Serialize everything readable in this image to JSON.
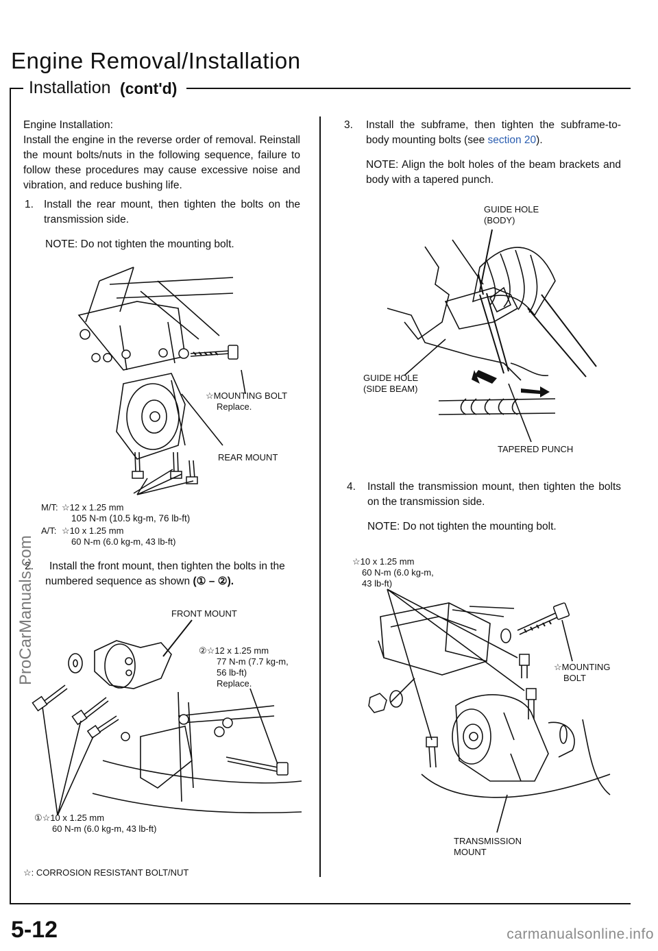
{
  "header": {
    "title": "Engine Removal/Installation",
    "subtitle": "Installation",
    "contd": "(cont'd)"
  },
  "left": {
    "intro_heading": "Engine Installation:",
    "intro_text": "Install the engine in the reverse order of removal. Reinstall the mount bolts/nuts in the following sequence, failure to follow these procedures may cause excessive noise and vibration, and reduce bushing life.",
    "step1_num": "1.",
    "step1_text": "Install the rear mount, then tighten the bolts on the transmission side.",
    "step1_note": "NOTE:  Do not tighten the mounting bolt.",
    "fig1": {
      "mounting_bolt_label": "MOUNTING  BOLT",
      "mounting_bolt_replace": "Replace.",
      "rear_mount_label": "REAR  MOUNT",
      "mt_prefix": "M/T:",
      "mt_size": "12  x  1.25  mm",
      "mt_torque": "105 N-m (10.5 kg-m, 76 lb-ft)",
      "at_prefix": "A/T:",
      "at_size": "10  x  1.25  mm",
      "at_torque": "60 N-m (6.0 kg-m, 43 lb-ft)"
    },
    "step2_num": "2.",
    "step2_text": "Install the front mount, then tighten the bolts in the",
    "step2_text2": "numbered sequence as shown",
    "step2_seq": "(① – ②).",
    "fig2": {
      "front_mount_label": "FRONT  MOUNT",
      "b2_circle": "②",
      "b2_size": "12  x  1.25  mm",
      "b2_torque1": "77 N-m (7.7 kg-m,",
      "b2_torque2": "56  lb-ft)",
      "b2_replace": "Replace.",
      "b1_circle": "①",
      "b1_size": "10  x  1.25  mm",
      "b1_torque": "60  N-m  (6.0  kg-m,  43  lb-ft)"
    },
    "legend_symbol": "☆:",
    "legend_text": "CORROSION  RESISTANT  BOLT/NUT"
  },
  "right": {
    "step3_num": "3.",
    "step3_text_a": "Install the subframe, then tighten the subframe-to-body mounting bolts (see",
    "step3_link": "section 20",
    "step3_text_b": ").",
    "step3_note": "NOTE:  Align the bolt holes of the beam brackets and body with a tapered punch.",
    "fig3": {
      "guide_hole_body_1": "GUIDE  HOLE",
      "guide_hole_body_2": "(BODY)",
      "guide_hole_side_1": "GUIDE  HOLE",
      "guide_hole_side_2": "(SIDE  BEAM)",
      "tapered_punch": "TAPERED  PUNCH"
    },
    "step4_num": "4.",
    "step4_text": "Install the transmission mount, then tighten the bolts on the transmission side.",
    "step4_note": "NOTE:  Do not tighten the mounting bolt.",
    "fig4": {
      "size": "10  x  1.25  mm",
      "torque1": "60  N-m  (6.0  kg-m,",
      "torque2": "43  lb-ft)",
      "mounting_bolt_1": "MOUNTING",
      "mounting_bolt_2": "BOLT",
      "transmission_mount_1": "TRANSMISSION",
      "transmission_mount_2": "MOUNT"
    }
  },
  "footer": {
    "page_number": "5-12",
    "watermark_bottom": "carmanualsonline.info",
    "watermark_side": "ProCarManuals.com"
  },
  "star": "☆"
}
